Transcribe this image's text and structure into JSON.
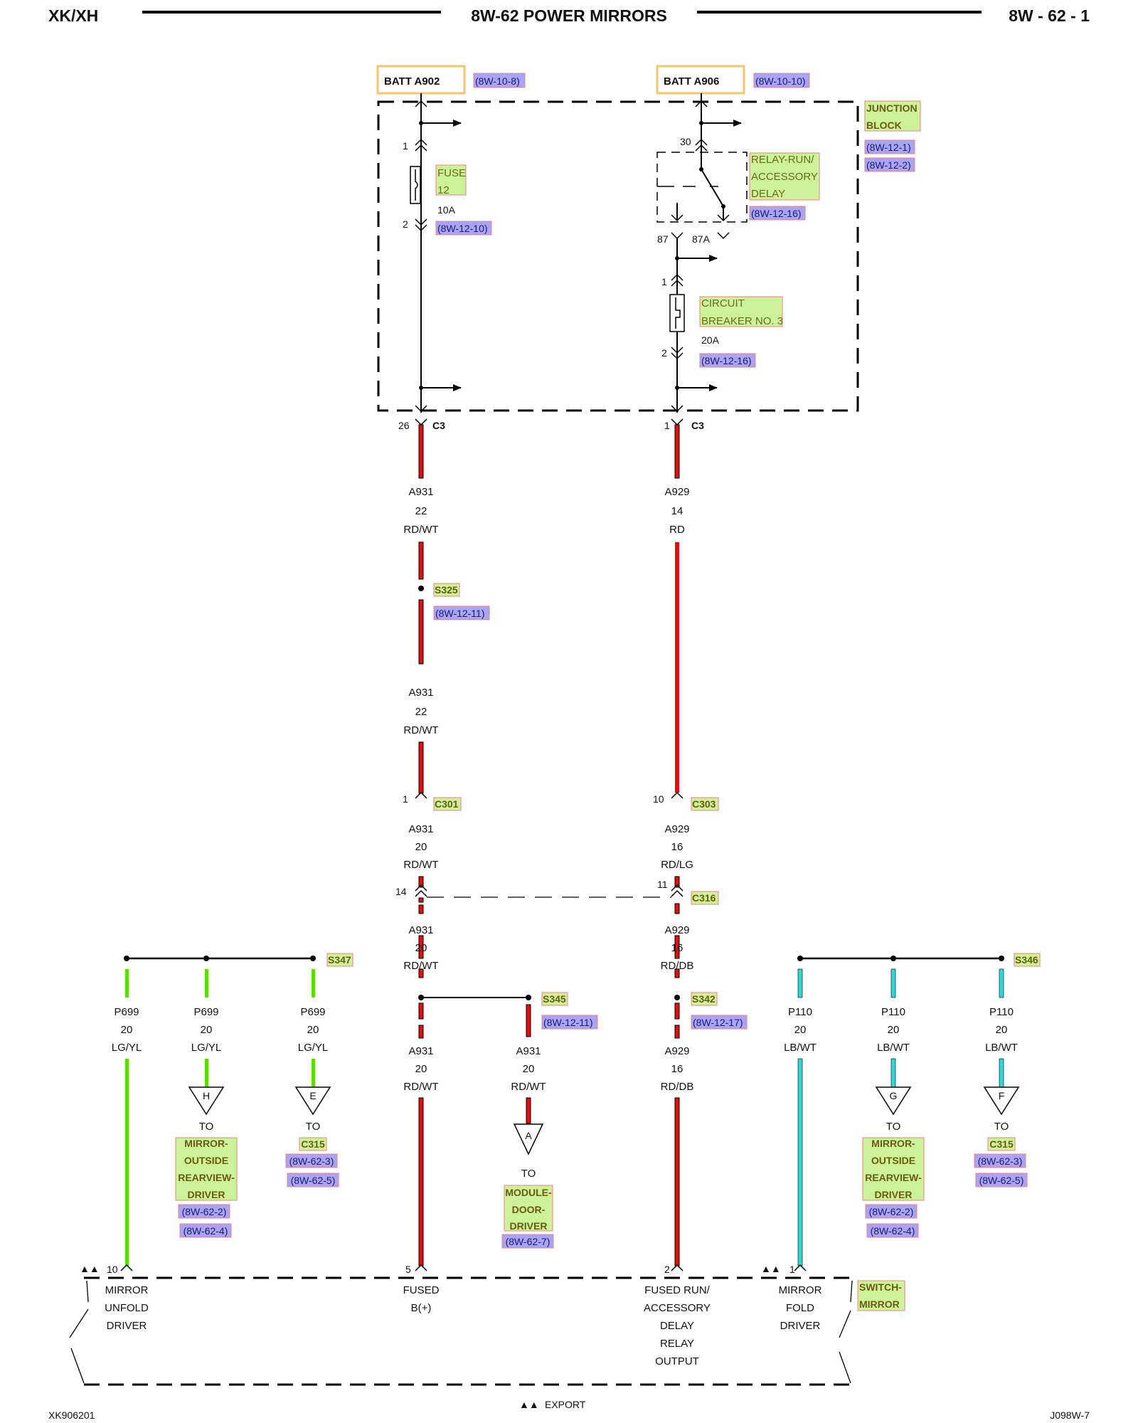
{
  "header": {
    "left": "XK/XH",
    "center": "8W-62 POWER MIRRORS",
    "right": "8W - 62 - 1"
  },
  "footer": {
    "left": "XK906201",
    "center": "EXPORT",
    "right": "J098W-7"
  },
  "colors": {
    "red": "#e01010",
    "green": "#55e000",
    "cyan": "#30d8d8",
    "comp_fill": "#ccf29a",
    "comp_border": "#f08080",
    "ref_fill": "#a9a4f4",
    "batt_border": "#f5c66b"
  },
  "sources": {
    "left": {
      "label": "BATT A902",
      "ref": "(8W-10-8)"
    },
    "right": {
      "label": "BATT A906",
      "ref": "(8W-10-10)"
    }
  },
  "junction_block": {
    "label_1": "JUNCTION",
    "label_2": "BLOCK",
    "refs": [
      "(8W-12-1)",
      "(8W-12-2)"
    ]
  },
  "fuse": {
    "pin_top": "1",
    "name_1": "FUSE",
    "name_2": "12",
    "rating": "10A",
    "pin_bottom": "2",
    "ref": "(8W-12-10)"
  },
  "relay": {
    "pin_30": "30",
    "name": [
      "RELAY-RUN/",
      "ACCESSORY",
      "DELAY"
    ],
    "ref": "(8W-12-16)",
    "pin_87": "87",
    "pin_87a": "87A"
  },
  "breaker": {
    "pin_top": "1",
    "name_1": "CIRCUIT",
    "name_2": "BREAKER NO. 3",
    "rating": "20A",
    "pin_bottom": "2",
    "ref": "(8W-12-16)"
  },
  "c3": {
    "left_pin": "26",
    "right_pin": "1",
    "name": "C3"
  },
  "wires": {
    "a931_22": {
      "circuit": "A931",
      "gauge": "22",
      "color": "RD/WT"
    },
    "a929_14": {
      "circuit": "A929",
      "gauge": "14",
      "color": "RD"
    },
    "a931_20": {
      "circuit": "A931",
      "gauge": "20",
      "color": "RD/WT"
    },
    "a929_16_lg": {
      "circuit": "A929",
      "gauge": "16",
      "color": "RD/LG"
    },
    "a929_16_db": {
      "circuit": "A929",
      "gauge": "16",
      "color": "RD/DB"
    },
    "p699": {
      "circuit": "P699",
      "gauge": "20",
      "color": "LG/YL"
    },
    "p110": {
      "circuit": "P110",
      "gauge": "20",
      "color": "LB/WT"
    }
  },
  "splices": {
    "s325": {
      "name": "S325",
      "ref": "(8W-12-11)"
    },
    "s345": {
      "name": "S345",
      "ref": "(8W-12-11)"
    },
    "s342": {
      "name": "S342",
      "ref": "(8W-12-17)"
    },
    "s347": {
      "name": "S347"
    },
    "s346": {
      "name": "S346"
    }
  },
  "connectors": {
    "c301": {
      "name": "C301",
      "pin": "1"
    },
    "c303": {
      "name": "C303",
      "pin": "10"
    },
    "c316": {
      "name": "C316",
      "left_pin": "14",
      "right_pin": "11"
    }
  },
  "destinations": {
    "to": "TO",
    "h": {
      "letter": "H",
      "lines": [
        "MIRROR-",
        "OUTSIDE",
        "REARVIEW-",
        "DRIVER"
      ],
      "refs": [
        "(8W-62-2)",
        "(8W-62-4)"
      ]
    },
    "e": {
      "letter": "E",
      "lines": [
        "C315"
      ],
      "refs": [
        "(8W-62-3)",
        "(8W-62-5)"
      ]
    },
    "a": {
      "letter": "A",
      "lines": [
        "MODULE-",
        "DOOR-",
        "DRIVER"
      ],
      "refs": [
        "(8W-62-7)"
      ]
    },
    "g": {
      "letter": "G",
      "lines": [
        "MIRROR-",
        "OUTSIDE",
        "REARVIEW-",
        "DRIVER"
      ],
      "refs": [
        "(8W-62-2)",
        "(8W-62-4)"
      ]
    },
    "f": {
      "letter": "F",
      "lines": [
        "C315"
      ],
      "refs": [
        "(8W-62-3)",
        "(8W-62-5)"
      ]
    }
  },
  "switch": {
    "name_1": "SWITCH-",
    "name_2": "MIRROR",
    "pins": {
      "p10": {
        "pin": "10",
        "lines": [
          "MIRROR",
          "UNFOLD",
          "DRIVER"
        ]
      },
      "p5": {
        "pin": "5",
        "lines": [
          "FUSED",
          "B(+)"
        ]
      },
      "p2": {
        "pin": "2",
        "lines": [
          "FUSED RUN/",
          "ACCESSORY",
          "DELAY",
          "RELAY",
          "OUTPUT"
        ]
      },
      "p1": {
        "pin": "1",
        "lines": [
          "MIRROR",
          "FOLD",
          "DRIVER"
        ]
      }
    }
  }
}
